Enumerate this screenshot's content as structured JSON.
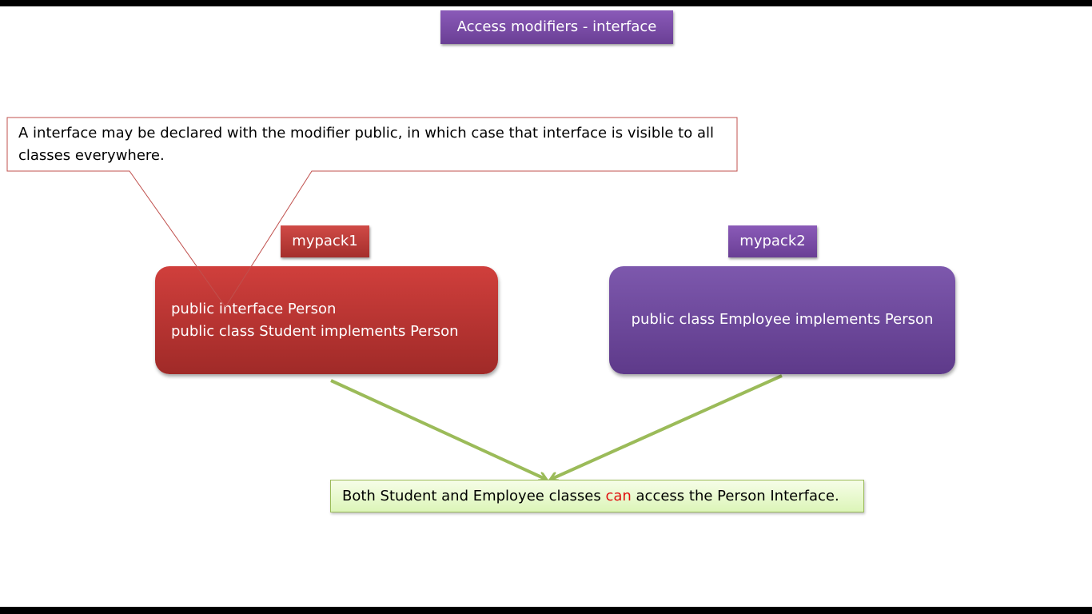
{
  "slide": {
    "title": "Access modifiers - interface"
  },
  "callout": {
    "text": "A interface may be declared with the modifier public, in which case that interface is visible to all classes everywhere."
  },
  "packages": [
    {
      "label": "mypack1",
      "lines": [
        "public interface Person",
        "public class Student implements Person"
      ]
    },
    {
      "label": "mypack2",
      "lines": [
        "public class Employee implements Person"
      ]
    }
  ],
  "result": {
    "before": "Both Student and Employee classes ",
    "highlight": "can",
    "after": " access the Person Interface."
  },
  "colors": {
    "title_fill": "#7b4fa6",
    "pack1_fill": "#c0392b",
    "pack2_fill": "#6e4a9e",
    "arrow": "#9bbb59",
    "callout_border": "#c0504d",
    "highlight_text": "#e01010"
  }
}
